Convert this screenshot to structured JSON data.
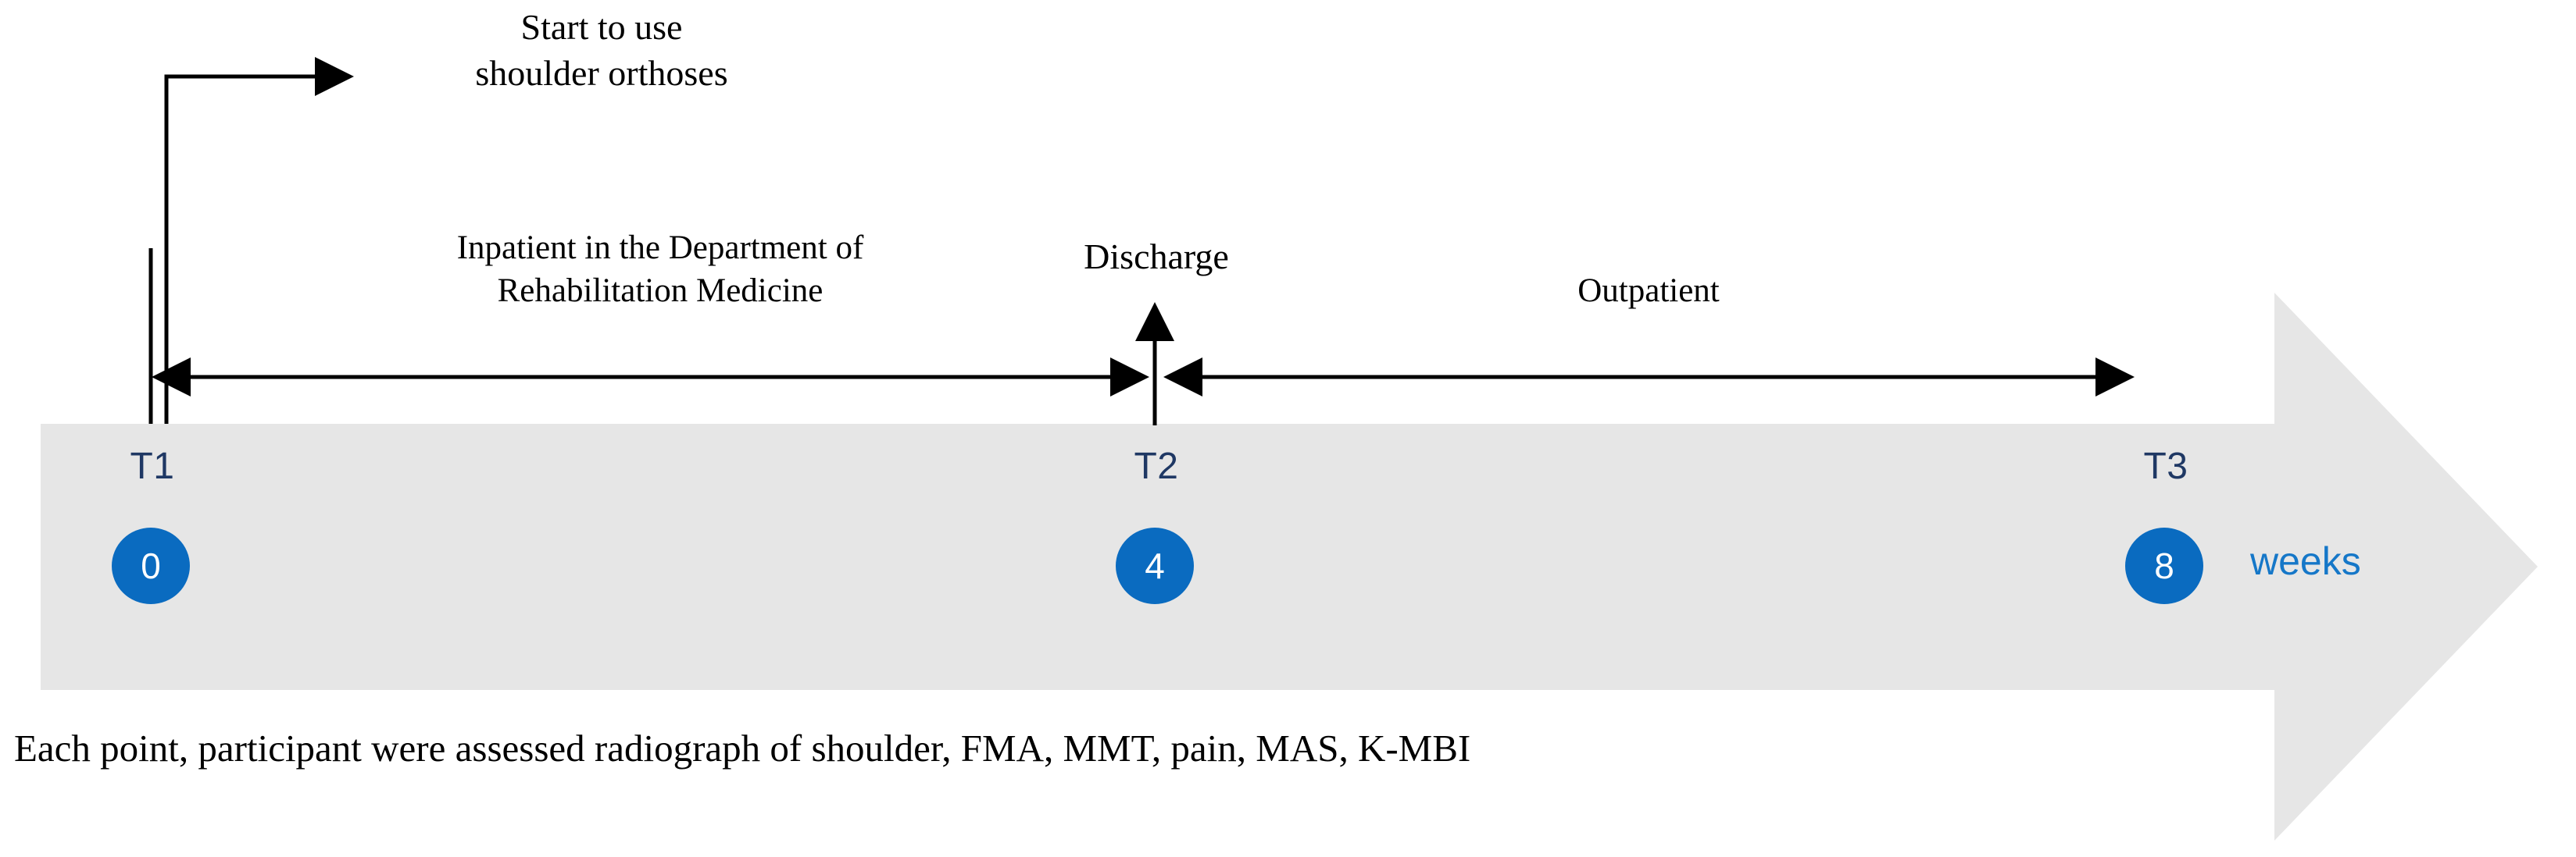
{
  "diagram": {
    "type": "study-timeline",
    "unit_label": "weeks",
    "annotations": {
      "orthoses_note": "Start to use\nshoulder orthoses",
      "inpatient_phase": "Inpatient in the Department of\nRehabilitation Medicine",
      "discharge_event": "Discharge",
      "outpatient_phase": "Outpatient"
    },
    "timepoints": [
      {
        "name": "T1",
        "value": "0"
      },
      {
        "name": "T2",
        "value": "4"
      },
      {
        "name": "T3",
        "value": "8"
      }
    ],
    "caption": "Each point, participant were assessed radiograph of shoulder, FMA, MMT, pain, MAS, K-MBI",
    "colors": {
      "band": "#E6E6E6",
      "marker_circle": "#0A6BC0",
      "marker_label": "#1F3864",
      "unit_text": "#1577C8",
      "line": "#000000"
    }
  }
}
